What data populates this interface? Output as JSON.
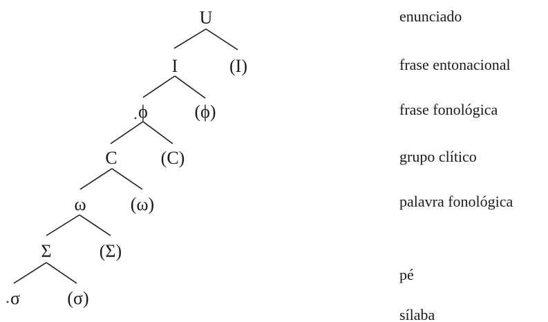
{
  "hierarchy": [
    {
      "head": "U",
      "optional": "",
      "level_label": "enunciado"
    },
    {
      "head": "I",
      "optional": "(I)",
      "level_label": "frase entonacional"
    },
    {
      "head": "ϕ",
      "optional": "(ϕ)",
      "level_label": "frase fonológica"
    },
    {
      "head": "C",
      "optional": "(C)",
      "level_label": "grupo clítico"
    },
    {
      "head": "ω",
      "optional": "(ω)",
      "level_label": "palavra fonológica"
    },
    {
      "head": "Σ",
      "optional": "(Σ)",
      "level_label": "pé"
    },
    {
      "head": "σ",
      "optional": "(σ)",
      "level_label": "sílaba"
    }
  ]
}
